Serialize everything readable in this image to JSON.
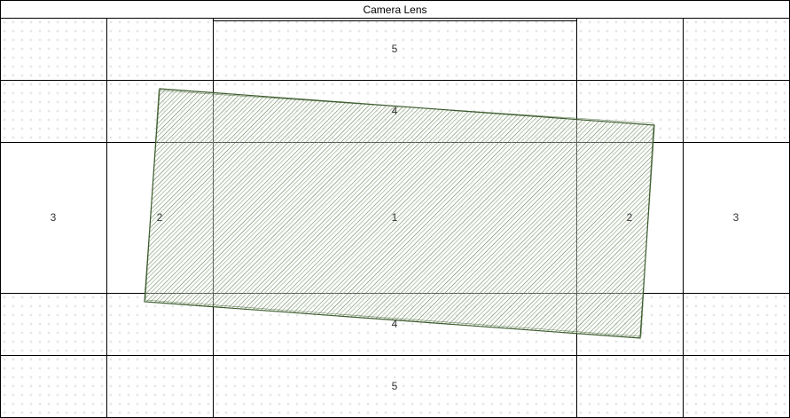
{
  "title": "Camera Lens",
  "colors": {
    "grid_line": "#000000",
    "dot": "#e6e6e6",
    "hatch": "#5a7a4a",
    "hatch_fill": "#ffffff",
    "outline": "#3d5c2e"
  },
  "zones": {
    "row1_center": "5",
    "row2_center": "4",
    "row3_left": "3",
    "row3_innerleft": "2",
    "row3_center": "1",
    "row3_innerright": "2",
    "row3_right": "3",
    "row4_center": "4",
    "row5_center": "5"
  }
}
